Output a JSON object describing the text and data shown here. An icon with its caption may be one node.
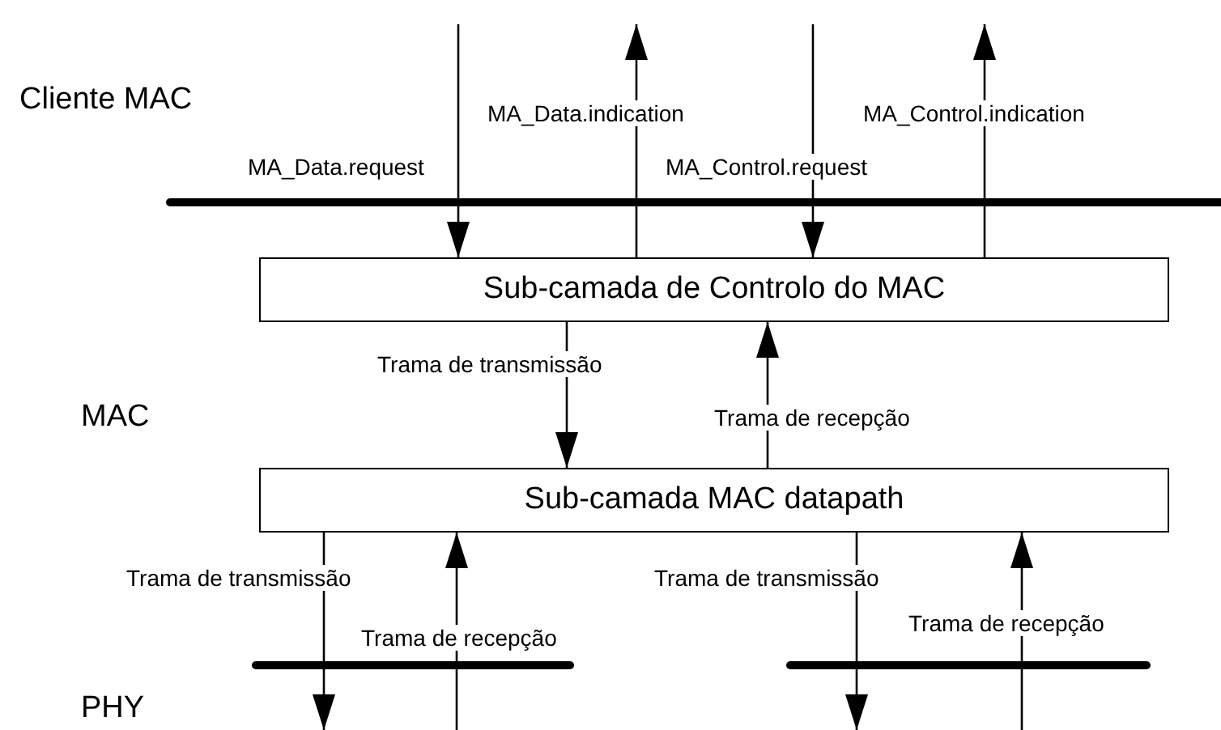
{
  "diagram": {
    "nodes": [
      {
        "text": [
          "Sub-camada de Controlo do MAC"
        ]
      },
      {
        "text": [
          "Sub-camada MAC datapath"
        ]
      }
    ],
    "edges": [
      {
        "from": null,
        "to": 0,
        "arrow": "to",
        "label": "MA_Data.request"
      },
      {
        "from": 0,
        "to": null,
        "arrow": "to",
        "label": "MA_Data.indication"
      },
      {
        "from": null,
        "to": 0,
        "arrow": "to",
        "label": "MA_Control.request"
      },
      {
        "from": 0,
        "to": null,
        "arrow": "to",
        "label": "MA_Control.indication"
      },
      {
        "from": 0,
        "to": 1,
        "arrow": "to",
        "label": "Trama de transmissão"
      },
      {
        "from": 1,
        "to": 0,
        "arrow": "to",
        "label": "Trama de recepção"
      },
      {
        "from": 1,
        "to": null,
        "arrow": "to",
        "label": "Trama de transmissão"
      },
      {
        "from": null,
        "to": 1,
        "arrow": "to",
        "label": "Trama de recepção"
      },
      {
        "from": 1,
        "to": null,
        "arrow": "to",
        "label": "Trama de transmissão"
      },
      {
        "from": null,
        "to": 1,
        "arrow": "to",
        "label": "Trama de recepção"
      }
    ],
    "labels": [
      "Cliente MAC",
      "MAC",
      "PHY"
    ]
  }
}
